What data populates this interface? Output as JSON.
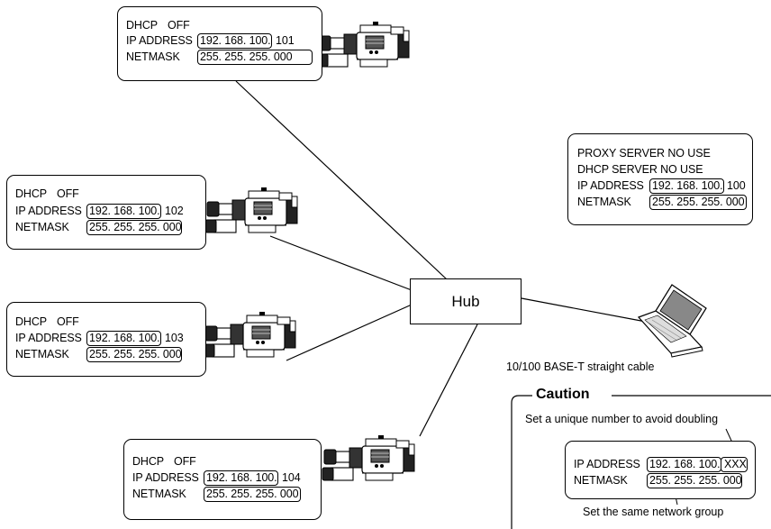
{
  "cameras": [
    {
      "dhcp_label": "DHCP",
      "dhcp_value": "OFF",
      "ip_label": "IP ADDRESS",
      "ip_prefix": "192. 168. 100.",
      "ip_suffix": "101",
      "mask_label": "NETMASK",
      "mask_value": "255. 255. 255. 000"
    },
    {
      "dhcp_label": "DHCP",
      "dhcp_value": "OFF",
      "ip_label": "IP ADDRESS",
      "ip_prefix": "192. 168. 100.",
      "ip_suffix": "102",
      "mask_label": "NETMASK",
      "mask_value": "255. 255. 255. 000"
    },
    {
      "dhcp_label": "DHCP",
      "dhcp_value": "OFF",
      "ip_label": "IP ADDRESS",
      "ip_prefix": "192. 168. 100.",
      "ip_suffix": "103",
      "mask_label": "NETMASK",
      "mask_value": "255. 255. 255. 000"
    },
    {
      "dhcp_label": "DHCP",
      "dhcp_value": "OFF",
      "ip_label": "IP ADDRESS",
      "ip_prefix": "192. 168. 100.",
      "ip_suffix": "104",
      "mask_label": "NETMASK",
      "mask_value": "255. 255. 255. 000"
    }
  ],
  "server": {
    "proxy": "PROXY SERVER NO USE",
    "dhcp": "DHCP SERVER NO USE",
    "ip_label": "IP ADDRESS",
    "ip_prefix": "192. 168. 100.",
    "ip_suffix": "100",
    "mask_label": "NETMASK",
    "mask_value": "255. 255. 255. 000"
  },
  "hub_label": "Hub",
  "cable_label": "10/100 BASE-T straight cable",
  "caution": {
    "title": "Caution",
    "unique_note": "Set a unique number to avoid doubling",
    "ip_label": "IP ADDRESS",
    "ip_prefix": "192. 168. 100.",
    "ip_suffix": "XXX",
    "mask_label": "NETMASK",
    "mask_value": "255. 255. 255. 000",
    "network_note": "Set the same network group"
  }
}
